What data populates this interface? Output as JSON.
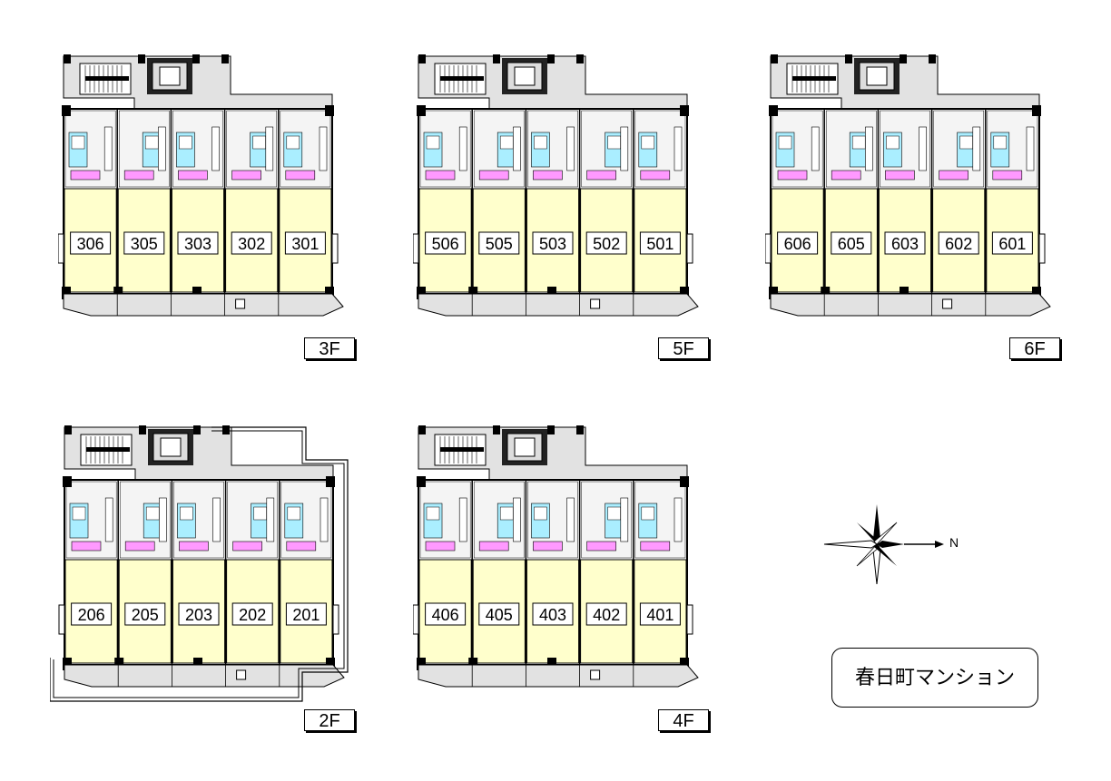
{
  "floors": {
    "f3": {
      "label": "3F",
      "units": [
        "306",
        "305",
        "303",
        "302",
        "301"
      ]
    },
    "f5": {
      "label": "5F",
      "units": [
        "506",
        "505",
        "503",
        "502",
        "501"
      ]
    },
    "f6": {
      "label": "6F",
      "units": [
        "606",
        "605",
        "603",
        "602",
        "601"
      ]
    },
    "f2": {
      "label": "2F",
      "units": [
        "206",
        "205",
        "203",
        "202",
        "201"
      ]
    },
    "f4": {
      "label": "4F",
      "units": [
        "406",
        "405",
        "403",
        "402",
        "401"
      ]
    }
  },
  "building_name": "春日町マンション",
  "compass": {
    "north_label": "N"
  },
  "colors": {
    "unit_fill": "#ffffcc",
    "common_fill": "#e2e2e2",
    "bath_fill": "#aaeeff",
    "closet_fill": "#ff99ff",
    "wall": "#000000"
  }
}
